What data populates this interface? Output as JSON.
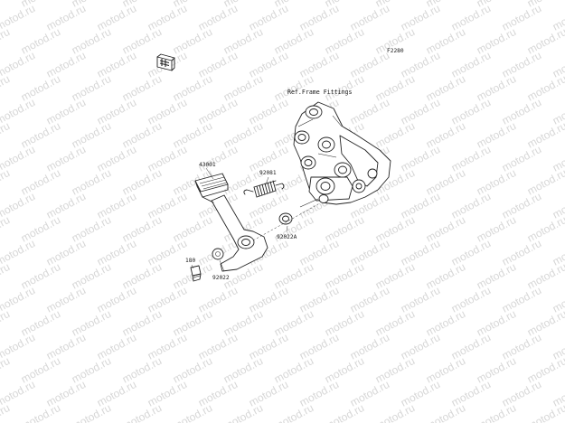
{
  "watermark": {
    "text": "motod.ru",
    "color": "#d7d7d7"
  },
  "diagram_code": "F2280",
  "reference_note": "Ref.Frame Fittings",
  "parts": [
    {
      "number": "43001"
    },
    {
      "number": "92081"
    },
    {
      "number": "92022A"
    },
    {
      "number": "180"
    },
    {
      "number": "92022"
    }
  ],
  "icons": [
    "front-arrow-icon"
  ]
}
